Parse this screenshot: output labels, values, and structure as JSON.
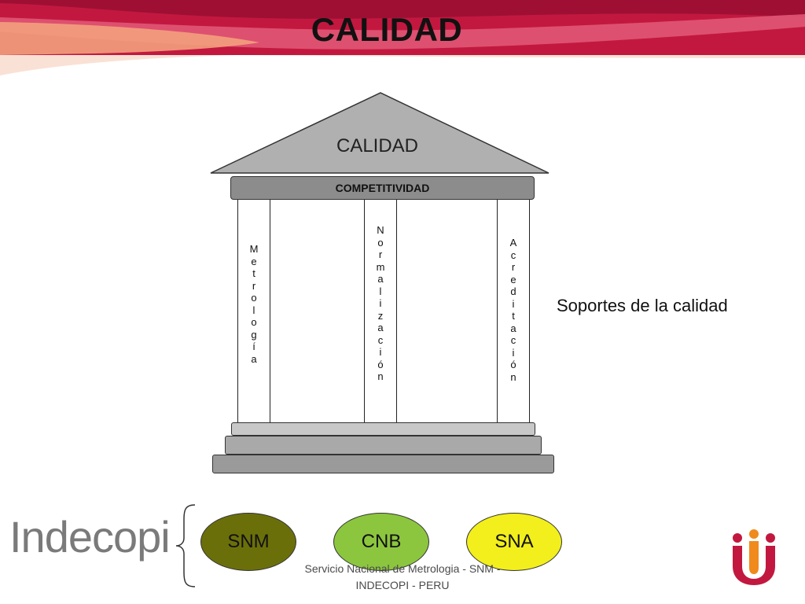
{
  "slide": {
    "title": "CALIDAD"
  },
  "diagram": {
    "pediment_label": "CALIDAD",
    "architrave_label": "COMPETITIVIDAD",
    "pillars": [
      {
        "label": "Metrología"
      },
      {
        "label": "Normalización"
      },
      {
        "label": "Acreditación"
      }
    ],
    "side_label": "Soportes de la calidad"
  },
  "organizations": {
    "logo_text": "Indecopi",
    "ovals": [
      {
        "label": "SNM",
        "color": "#6b6f0a"
      },
      {
        "label": "CNB",
        "color": "#8cc63e"
      },
      {
        "label": "SNA",
        "color": "#f2ef1c"
      }
    ]
  },
  "footer": {
    "line1": "Servicio Nacional de Metrologia - SNM -",
    "line2": "INDECOPI - PERU"
  },
  "colors": {
    "banner_dark": "#b5123c",
    "banner_light": "#e8748c",
    "banner_orange": "#f2a482",
    "architrave": "#8c8c8c",
    "steps": "#a9a9a9"
  }
}
